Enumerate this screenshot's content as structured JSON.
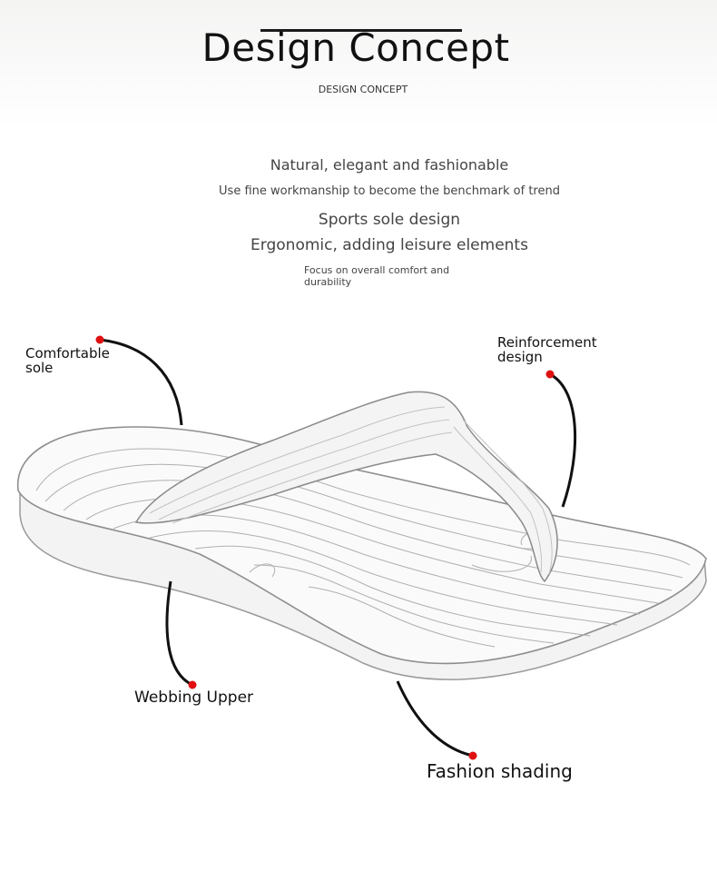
{
  "header": {
    "title": "Design Concept",
    "subtitle": "DESIGN CONCEPT"
  },
  "intro": {
    "line1": "Natural, elegant and fashionable",
    "line2": "Use fine workmanship to become the benchmark of trend",
    "line3": "Sports sole design",
    "line4": "Ergonomic, adding leisure elements",
    "note": "Focus on overall comfort and durability"
  },
  "callouts": {
    "comfortable_sole": "Comfortable sole",
    "reinforcement_design": "Reinforcement design",
    "webbing_upper": "Webbing Upper",
    "fashion_shading": "Fashion shading"
  },
  "colors": {
    "dot": "#e01010",
    "leader": "#111111",
    "sketch": "#9a9a9a"
  }
}
